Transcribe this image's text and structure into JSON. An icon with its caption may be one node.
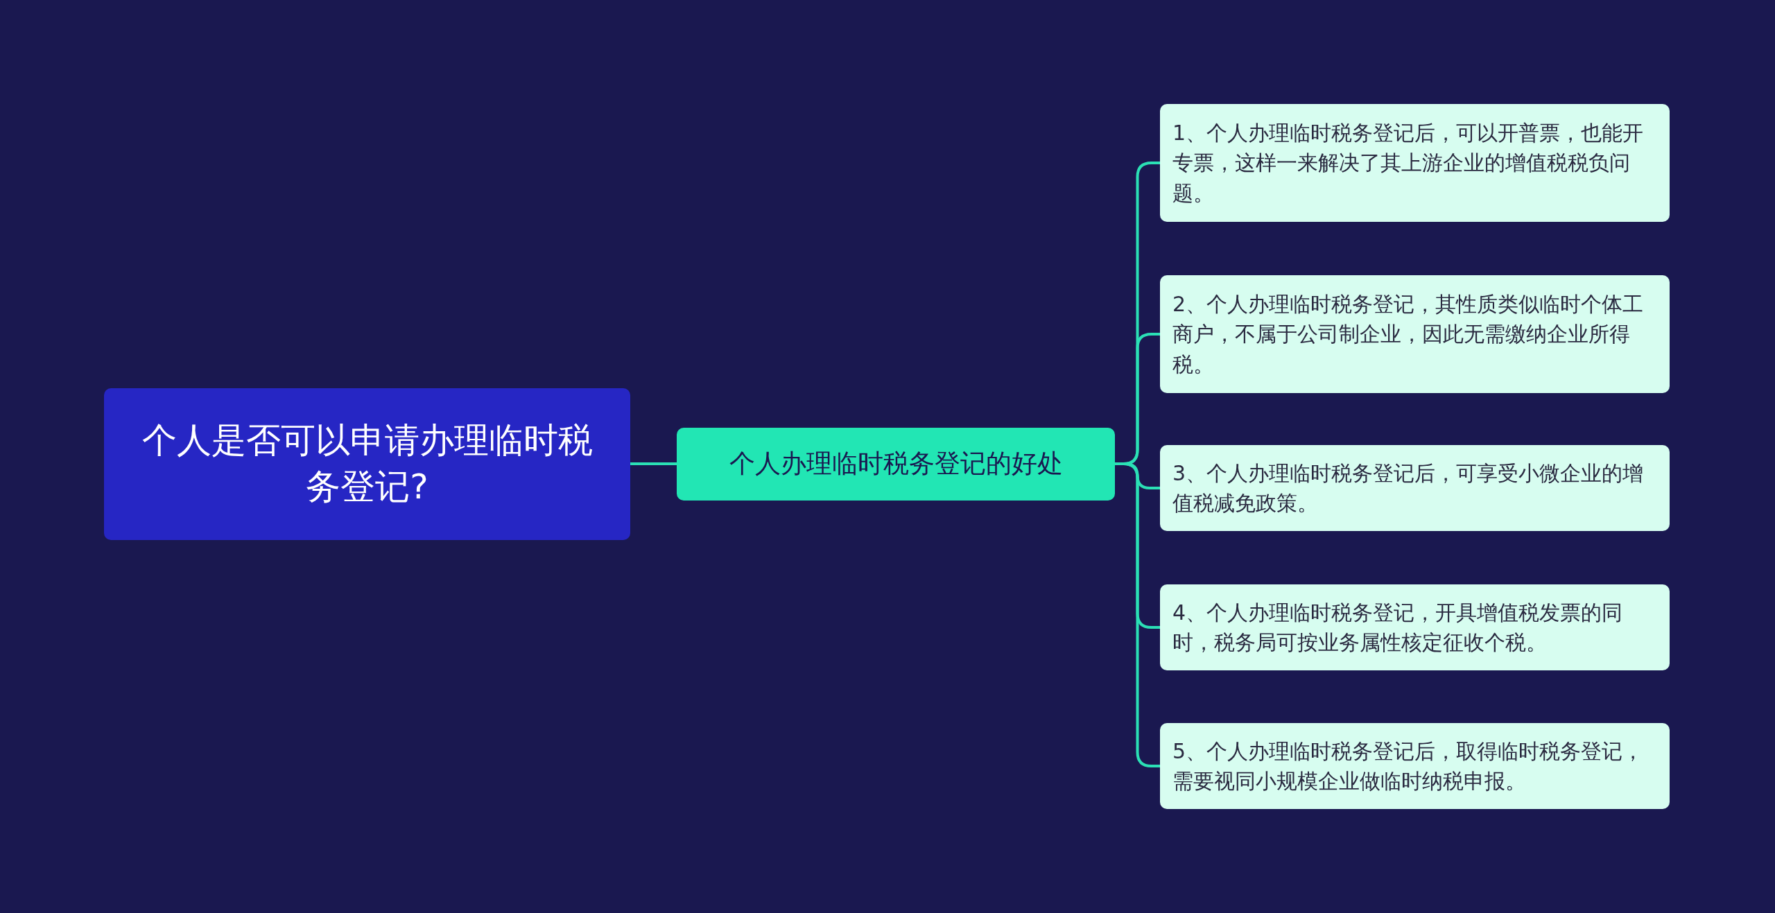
{
  "diagram": {
    "nodes": [
      {
        "text": [
          "个人是否可以申请办理临时税务登记?"
        ]
      },
      {
        "text": [
          "个人办理临时税务登记的好处"
        ]
      },
      {
        "text": [
          "1、个人办理临时税务登记后，可以开普票，也能开专票，这样一来解决了其上游企业的增值税税负问题。"
        ]
      },
      {
        "text": [
          "2、个人办理临时税务登记，其性质类似临时个体工商户，不属于公司制企业，因此无需缴纳企业所得税。"
        ]
      },
      {
        "text": [
          "3、个人办理临时税务登记后，可享受小微企业的增值税减免政策。"
        ]
      },
      {
        "text": [
          "4、个人办理临时税务登记，开具增值税发票的同时，税务局可按业务属性核定征收个税。"
        ]
      },
      {
        "text": [
          "5、个人办理临时税务登记后，取得临时税务登记，需要视同小规模企业做临时纳税申报。"
        ]
      }
    ],
    "edges": [
      {
        "from": 0,
        "to": 1,
        "arrow": "none"
      },
      {
        "from": 1,
        "to": 2,
        "arrow": "none"
      },
      {
        "from": 1,
        "to": 3,
        "arrow": "none"
      },
      {
        "from": 1,
        "to": 4,
        "arrow": "none"
      },
      {
        "from": 1,
        "to": 5,
        "arrow": "none"
      },
      {
        "from": 1,
        "to": 6,
        "arrow": "none"
      }
    ]
  }
}
